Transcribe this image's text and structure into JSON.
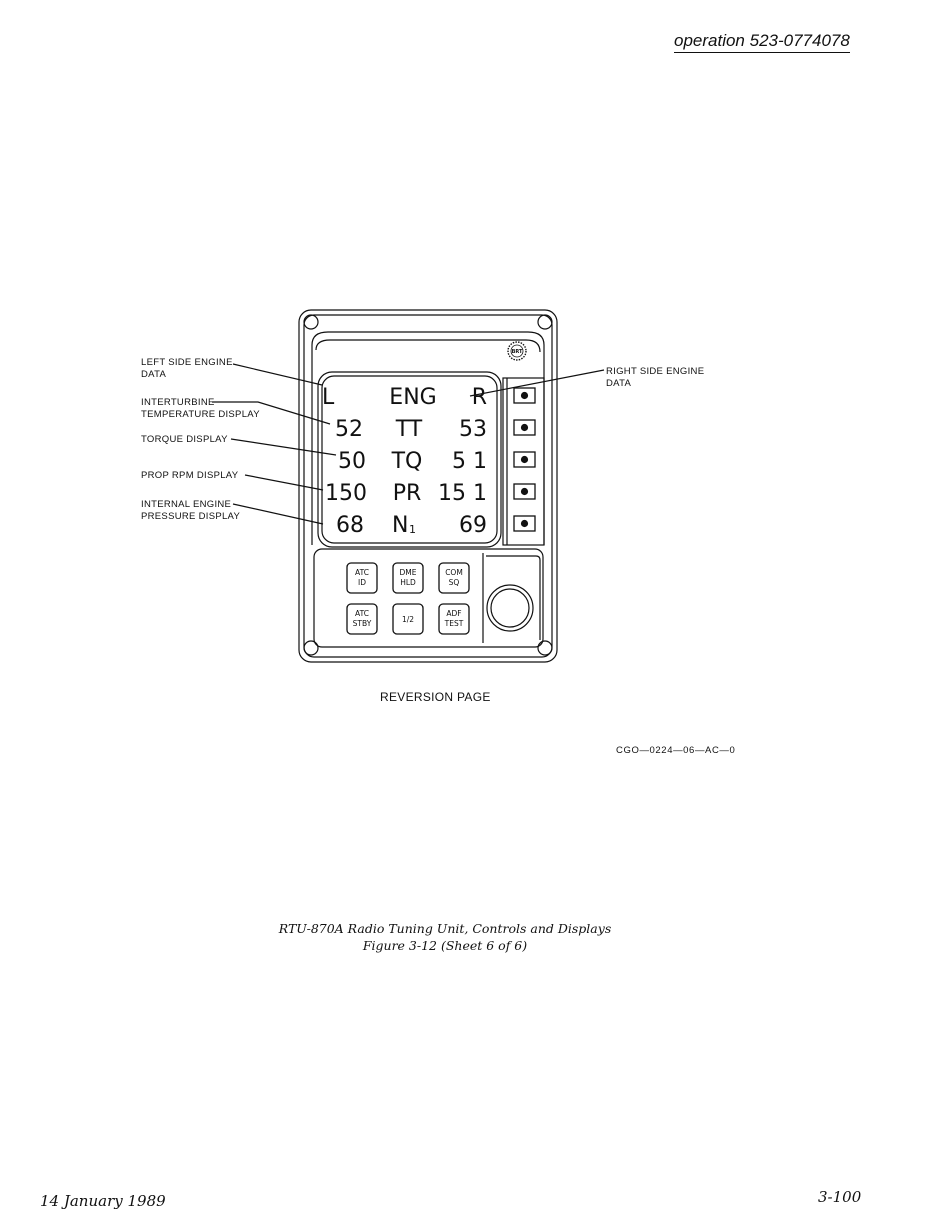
{
  "header": {
    "title": "operation 523-0774078"
  },
  "callouts": {
    "left_engine": [
      "LEFT SIDE ENGINE",
      "DATA"
    ],
    "interturbine": [
      "INTERTURBINE",
      "TEMPERATURE DISPLAY"
    ],
    "torque": "TORQUE DISPLAY",
    "prop_rpm": "PROP RPM DISPLAY",
    "internal_engine": [
      "INTERNAL ENGINE",
      "PRESSURE DISPLAY"
    ],
    "right_engine": [
      "RIGHT SIDE ENGINE",
      "DATA"
    ]
  },
  "display": {
    "rows": [
      {
        "left": "L",
        "mid": "ENG",
        "right": "R"
      },
      {
        "left": "52",
        "mid": "TT",
        "right": "53"
      },
      {
        "left": "50",
        "mid": "TQ",
        "right": "5 1"
      },
      {
        "left": "150",
        "mid": "PR",
        "right": "15 1"
      },
      {
        "left": "68",
        "mid": "N",
        "mid_sub": "1",
        "right": "69"
      }
    ]
  },
  "buttons": {
    "atc_id": [
      "ATC",
      "ID"
    ],
    "dme_hld": [
      "DME",
      "HLD"
    ],
    "com_sq": [
      "COM",
      "SQ"
    ],
    "atc_stby": [
      "ATC",
      "STBY"
    ],
    "half": "1/2",
    "adf_test": [
      "ADF",
      "TEST"
    ]
  },
  "bright_knob_label": "BRT",
  "caption": "REVERSION PAGE",
  "figure_code": "CGO—0224—06—AC—0",
  "figure_title": {
    "line1": "RTU-870A Radio Tuning Unit, Controls and Displays",
    "line2": "Figure 3-12 (Sheet 6 of 6)"
  },
  "footer": {
    "date": "14 January 1989",
    "page": "3-100"
  },
  "colors": {
    "ink": "#111111",
    "paper": "#ffffff"
  }
}
